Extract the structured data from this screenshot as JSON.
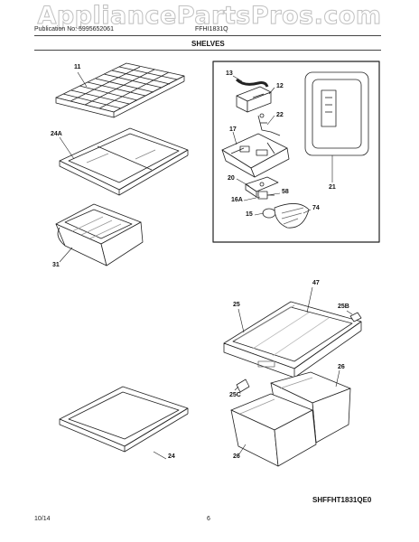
{
  "watermark": "AppliancePartsPros.com",
  "header": {
    "publication": "Publication No: 5995652061",
    "model": "FFHI1831Q"
  },
  "section_title": "SHELVES",
  "callouts": {
    "c11": "11",
    "c24a": "24A",
    "c31": "31",
    "c13": "13",
    "c12": "12",
    "c22": "22",
    "c17": "17",
    "c21": "21",
    "c20": "20",
    "c58": "58",
    "c16a": "16A",
    "c74": "74",
    "c15": "15",
    "c47": "47",
    "c25": "25",
    "c25b": "25B",
    "c26a": "26",
    "c25c": "25C",
    "c24": "24",
    "c26b": "26"
  },
  "diagram_code": "SHFFHT1831QE0",
  "footer": {
    "date": "10/14",
    "page": "6"
  }
}
